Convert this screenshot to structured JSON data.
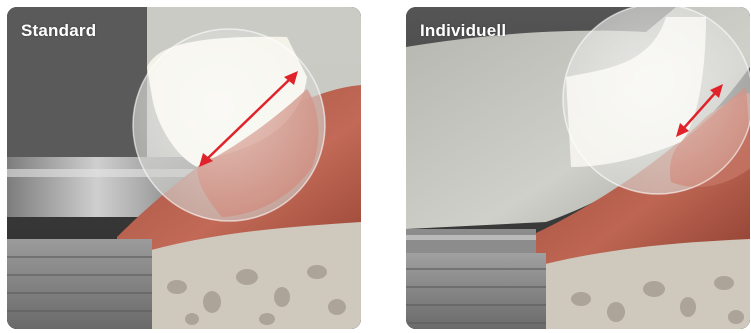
{
  "panels": [
    {
      "label": "Standard",
      "scene": "standard-abutment-illustration"
    },
    {
      "label": "Individuell",
      "scene": "individual-abutment-illustration"
    }
  ],
  "colors": {
    "background": "#ffffff",
    "label_text": "#ffffff",
    "arrow": "#e0232a",
    "gum_tissue": "#b35a4a",
    "bone": "#d8d2c8",
    "metal": "#9a9a9a",
    "magnifier": "#f2f2ee"
  }
}
